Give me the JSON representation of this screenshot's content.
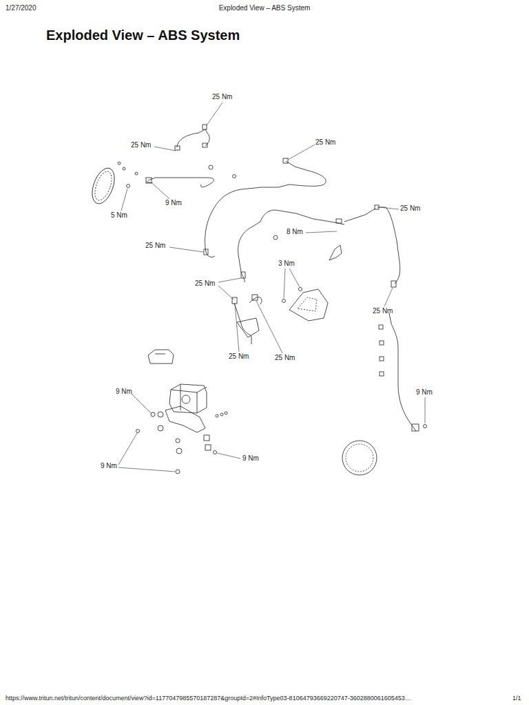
{
  "diagram": {
    "title": "Exploded View – ABS System",
    "labels": [
      "1/27/2020",
      "Exploded View – ABS System",
      "25 Nm",
      "25 Nm",
      "25 Nm",
      "9 Nm",
      "5 Nm",
      "25 Nm",
      "8 Nm",
      "25 Nm",
      "3 Nm",
      "25 Nm",
      "25 Nm",
      "25 Nm",
      "25 Nm",
      "9 Nm",
      "9 Nm",
      "9 Nm",
      "9 Nm",
      "https://www.tritun.net/tritun/content/document/view?id=1177047985570187287&groupId=2#InfoType03-81064793669220747-3602880061605453…",
      "1/1"
    ]
  }
}
